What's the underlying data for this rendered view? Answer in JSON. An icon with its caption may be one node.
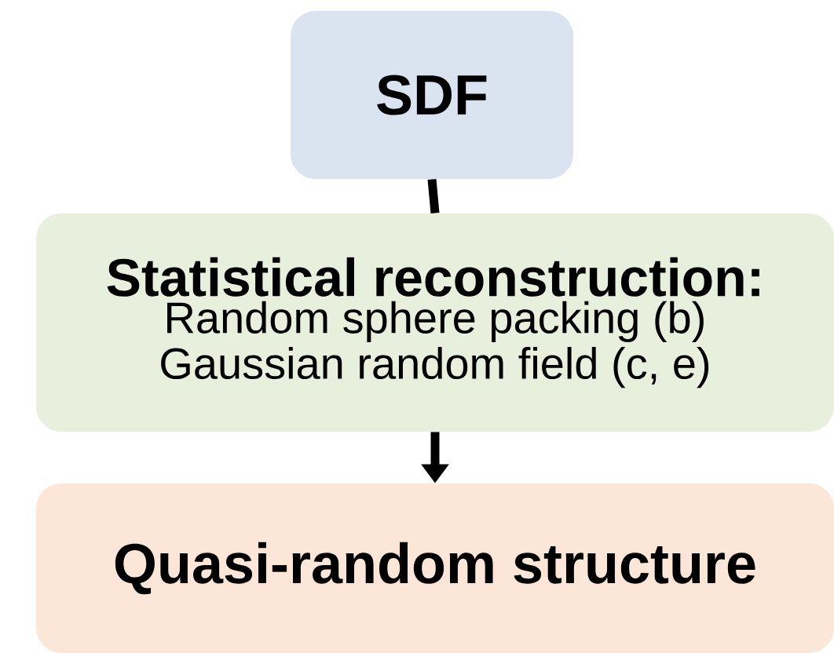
{
  "diagram": {
    "nodes": [
      {
        "text": [
          "SDF"
        ]
      },
      {
        "text": [
          "Statistical reconstruction:",
          "Random sphere packing (b)",
          "Gaussian random field (c, e)"
        ]
      },
      {
        "text": [
          "Quasi-random structure"
        ]
      }
    ],
    "edges": [
      {
        "from": 0,
        "to": 1,
        "arrow": "none"
      },
      {
        "from": 1,
        "to": 2,
        "arrow": "to"
      }
    ]
  }
}
